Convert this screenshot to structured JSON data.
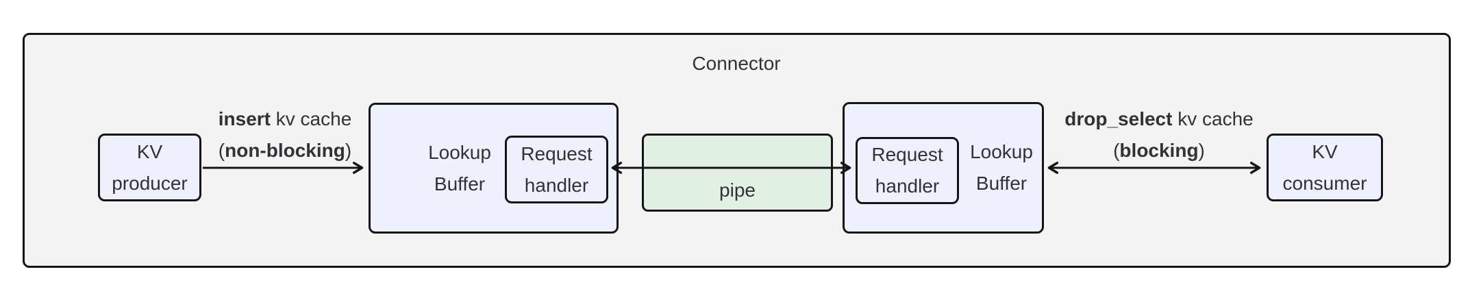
{
  "colors": {
    "container_fill": "#f3f3f3",
    "node_fill": "#edf1fb",
    "pipe_fill": "#e3f1e4",
    "border": "#141414",
    "text": "#2f3337"
  },
  "container": {
    "title": "Connector"
  },
  "nodes": {
    "kv_producer": {
      "line1": "KV",
      "line2": "producer"
    },
    "lookup_buffer_left": {
      "line1": "Lookup",
      "line2": "Buffer"
    },
    "request_handler_left": {
      "line1": "Request",
      "line2": "handler"
    },
    "pipe": {
      "label": "pipe"
    },
    "request_handler_right": {
      "line1": "Request",
      "line2": "handler"
    },
    "lookup_buffer_right": {
      "line1": "Lookup",
      "line2": "Buffer"
    },
    "kv_consumer": {
      "line1": "KV",
      "line2": "consumer"
    }
  },
  "edges": {
    "insert": {
      "verb": "insert",
      "object": " kv cache",
      "paren_open": "(",
      "mode": "non-blocking",
      "paren_close": ")"
    },
    "drop_select": {
      "verb": "drop_select",
      "object": " kv cache",
      "paren_open": "(",
      "mode": "blocking",
      "paren_close": ")"
    }
  }
}
